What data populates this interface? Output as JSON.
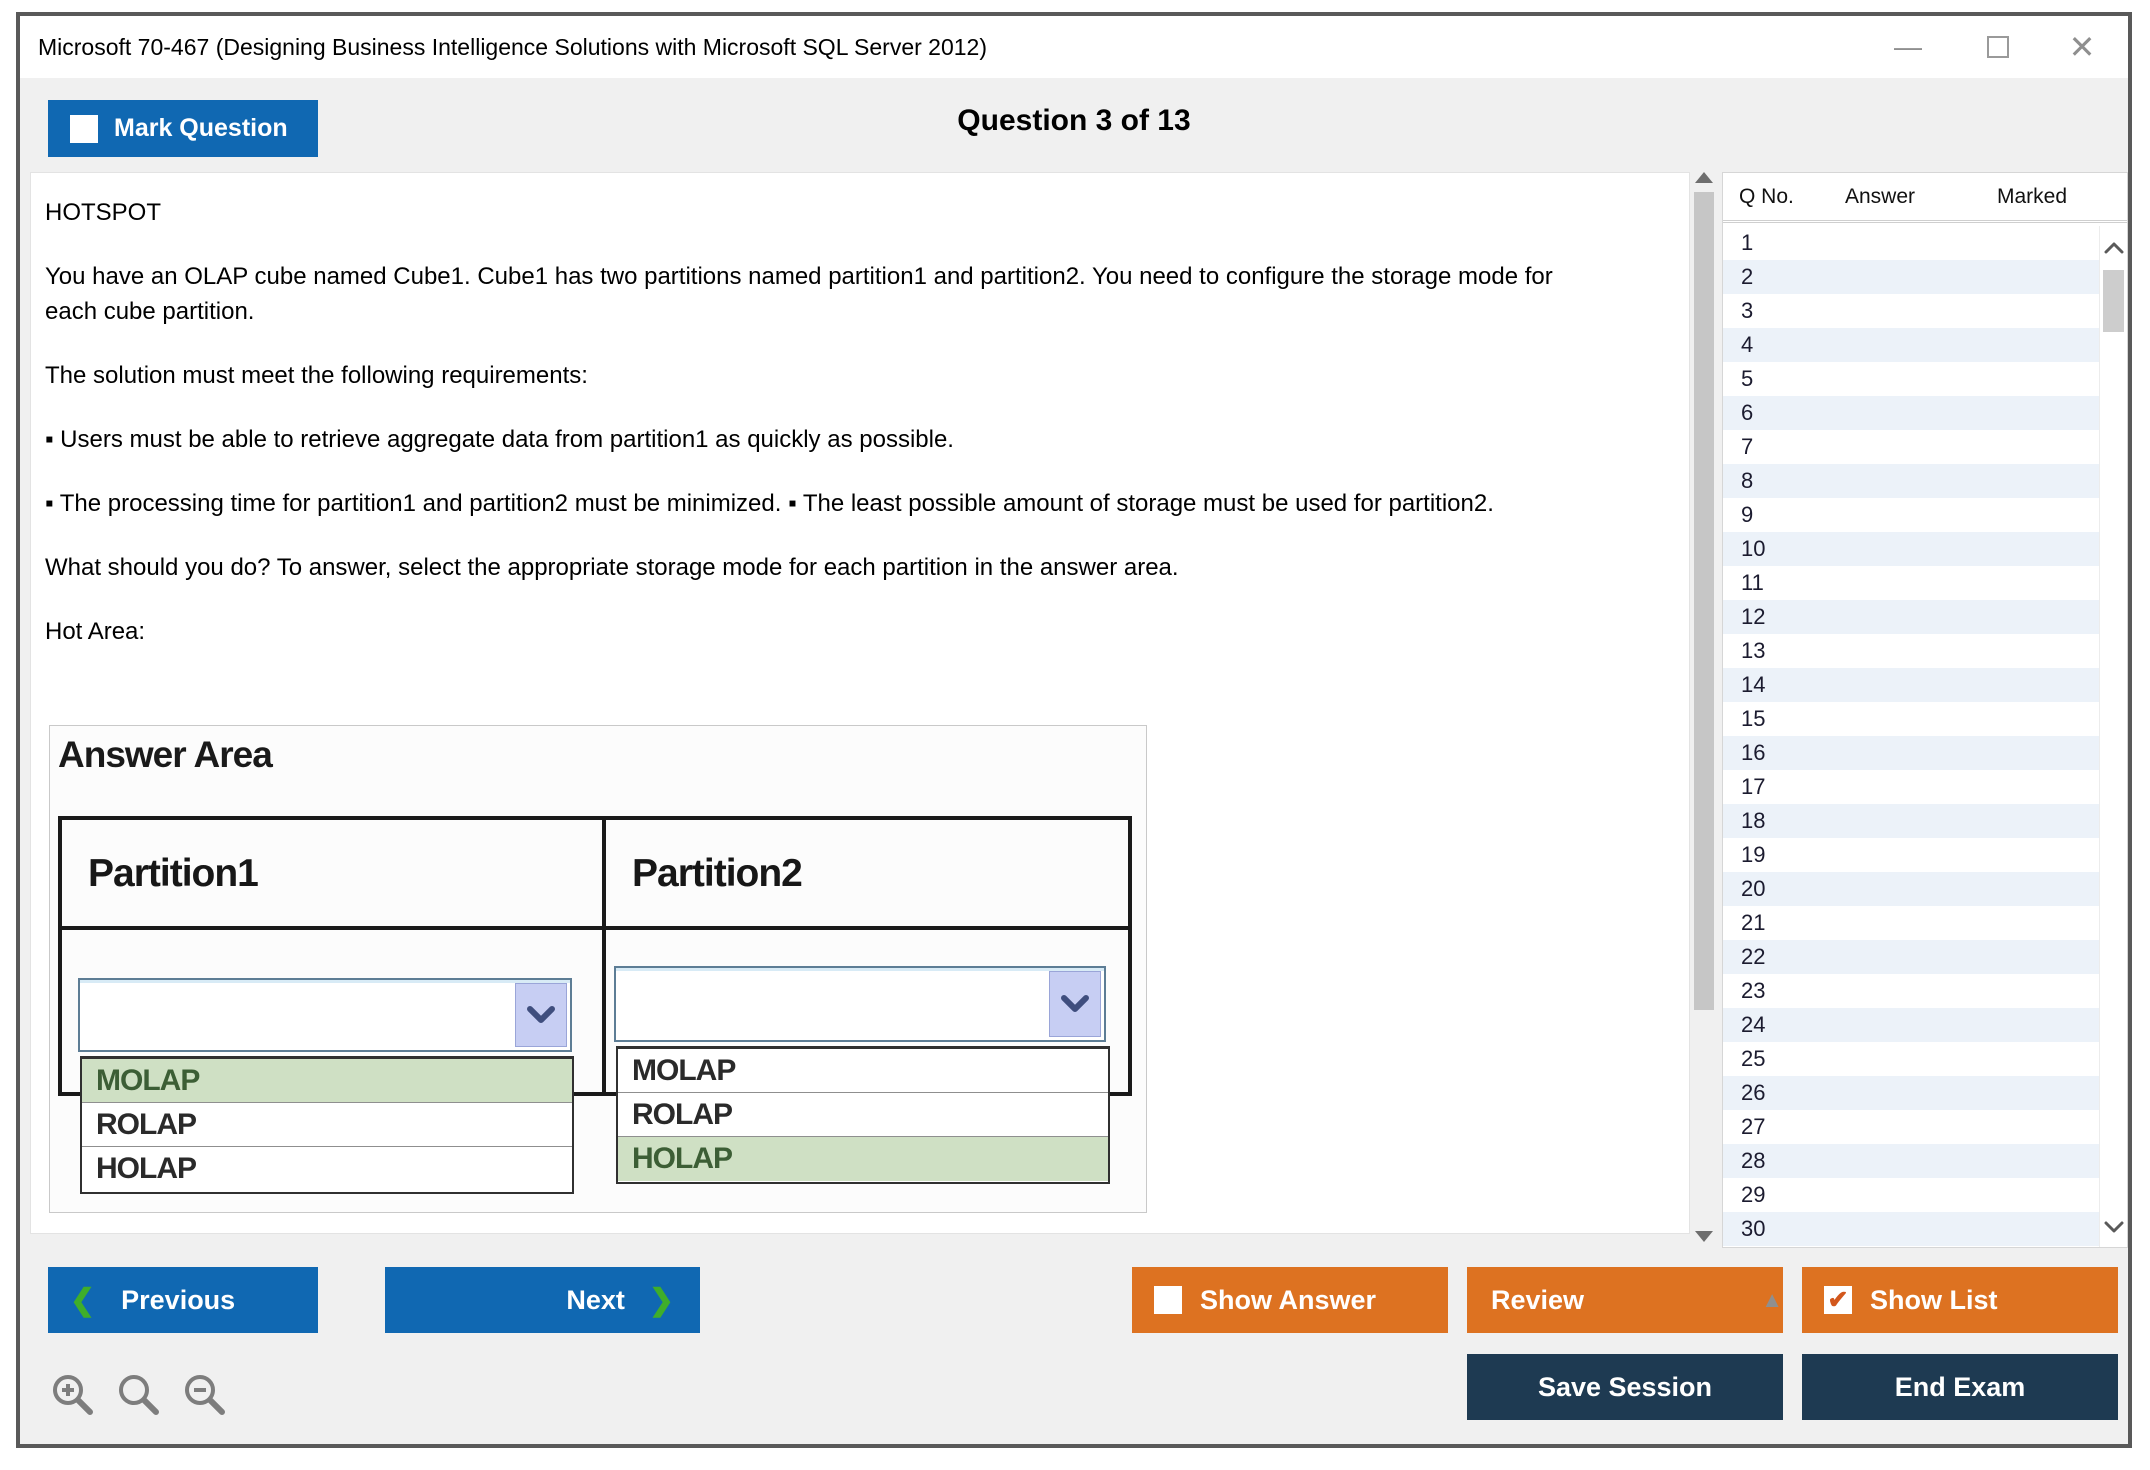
{
  "window": {
    "title": "Microsoft 70-467 (Designing Business Intelligence Solutions with Microsoft SQL Server 2012)"
  },
  "icons": {
    "minimize": "—",
    "close": "✕",
    "chevron_left": "❮",
    "chevron_right": "❯",
    "triangle_up": "▲",
    "checked": "✔"
  },
  "header": {
    "mark_question_label": "Mark Question",
    "question_counter": "Question 3 of 13"
  },
  "question": {
    "type_label": "HOTSPOT",
    "intro": "You have an OLAP cube named Cube1. Cube1 has two partitions named partition1 and partition2. You need to configure the storage mode for each cube partition.",
    "requirements_label": "The solution must meet the following requirements:",
    "bullet1": "▪ Users must be able to retrieve aggregate data from partition1 as quickly as possible.",
    "bullet2": "▪ The processing time for partition1 and partition2 must be minimized.  ▪ The least possible amount of storage must be used for partition2.",
    "instruction": "What should you do? To answer, select the appropriate storage mode for each partition in the answer area.",
    "hot_area_label": "Hot Area:"
  },
  "answer_area": {
    "title": "Answer Area",
    "columns": [
      {
        "header": "Partition1",
        "options": [
          "MOLAP",
          "ROLAP",
          "HOLAP"
        ],
        "selected": "MOLAP"
      },
      {
        "header": "Partition2",
        "options": [
          "MOLAP",
          "ROLAP",
          "HOLAP"
        ],
        "selected": "HOLAP"
      }
    ]
  },
  "question_list": {
    "headers": [
      "Q No.",
      "Answer",
      "Marked"
    ],
    "rows": [
      "1",
      "2",
      "3",
      "4",
      "5",
      "6",
      "7",
      "8",
      "9",
      "10",
      "11",
      "12",
      "13",
      "14",
      "15",
      "16",
      "17",
      "18",
      "19",
      "20",
      "21",
      "22",
      "23",
      "24",
      "25",
      "26",
      "27",
      "28",
      "29",
      "30"
    ]
  },
  "footer": {
    "previous_label": "Previous",
    "next_label": "Next",
    "show_answer_label": "Show Answer",
    "review_label": "Review",
    "show_list_label": "Show List",
    "save_session_label": "Save Session",
    "end_exam_label": "End Exam"
  },
  "colors": {
    "accent_blue": "#1068b2",
    "accent_orange": "#dd7221",
    "accent_navy": "#1e3a52",
    "chevron_green": "#3fae2a",
    "selected_option_bg": "#cfe0c4",
    "alt_row_bg": "#ecf2f9"
  }
}
